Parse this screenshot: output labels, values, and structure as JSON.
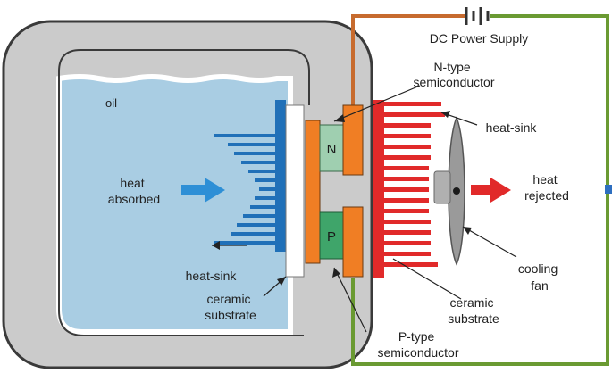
{
  "labels": {
    "dc_power_supply": "DC Power Supply",
    "n_type": [
      "N-type",
      "semiconductor"
    ],
    "oil": "oil",
    "heat_sink_right": "heat-sink",
    "heat_absorbed": [
      "heat",
      "absorbed"
    ],
    "heat_rejected": [
      "heat",
      "rejected"
    ],
    "n_letter": "N",
    "p_letter": "P",
    "heat_sink_left": "heat-sink",
    "cooling_fan": [
      "cooling",
      "fan"
    ],
    "ceramic_left": [
      "ceramic",
      "substrate"
    ],
    "ceramic_right": [
      "ceramic",
      "substrate"
    ],
    "p_type": [
      "P-type",
      "semiconductor"
    ]
  },
  "colors": {
    "housing": "#cbcbcb",
    "housing_stroke": "#3a3a3a",
    "oil": "#a9cde3",
    "oil_edge": "#ffffff",
    "heat_sink_blue": "#2070b8",
    "heat_sink_red": "#e12a2a",
    "conductor_orange": "#f07e24",
    "n_block": "#9fcfb0",
    "p_block": "#3fa56a",
    "ceramic": "#ffffff",
    "wire_orange": "#c76b2e",
    "wire_green": "#6a9a32",
    "arrow_blue": "#2e8fd6",
    "arrow_red": "#e12a2a",
    "fan": "#8c8c8c"
  }
}
